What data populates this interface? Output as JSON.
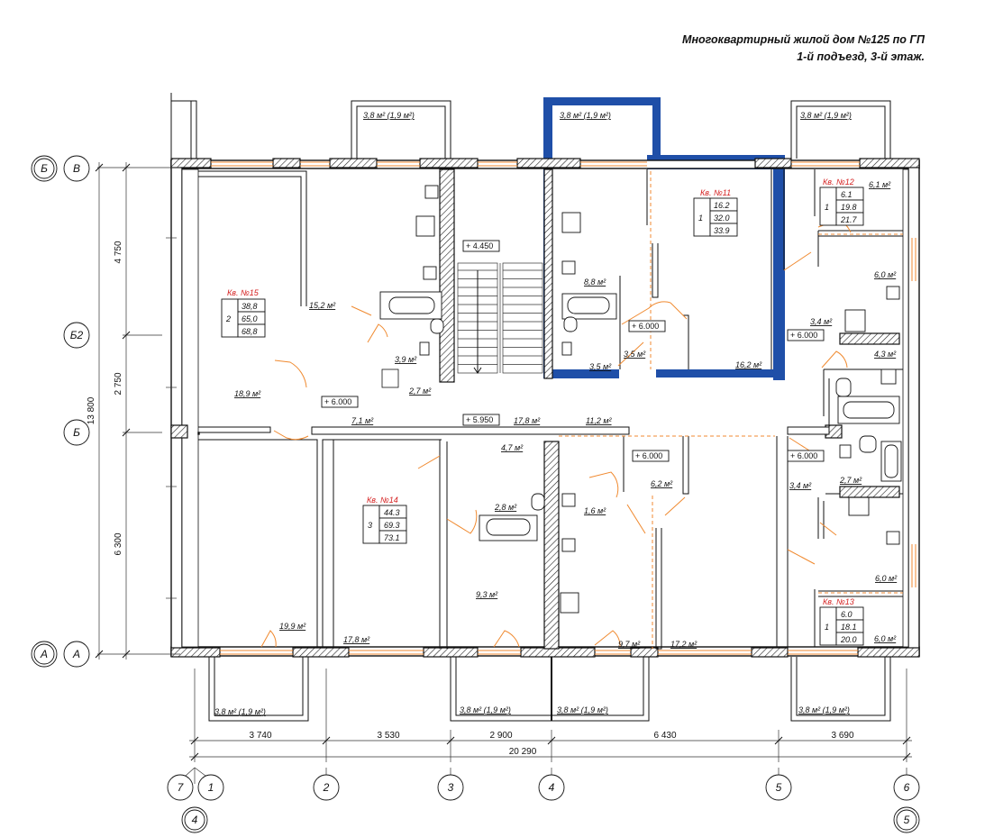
{
  "header": {
    "line1": "Многоквартирный жилой дом №125 по ГП",
    "line2": "1-й подъезд, 3-й этаж."
  },
  "balconies": {
    "top_left": "3,8 м² (1,9 м²)",
    "top_center": "3,8 м² (1,9 м²)",
    "top_right": "3,8 м² (1,9 м²)",
    "bottom_left": "3,8 м² (1,9 м²)",
    "bottom_center_left": "3,8 м² (1,9 м²)",
    "bottom_center_right": "3,8 м² (1,9 м²)",
    "bottom_right": "3,8 м² (1,9 м²)"
  },
  "apartments": {
    "apt15": {
      "name": "Кв. №15",
      "rooms": "2",
      "living": "38,8",
      "total": "65,0",
      "total_with_balcony": "68,8"
    },
    "apt11": {
      "name": "Кв. №11",
      "rooms": "1",
      "living": "16.2",
      "total": "32.0",
      "total_with_balcony": "33.9"
    },
    "apt12": {
      "name": "Кв. №12",
      "rooms": "1",
      "living": "6.1",
      "total": "19.8",
      "total_with_balcony": "21.7"
    },
    "apt14": {
      "name": "Кв. №14",
      "rooms": "3",
      "living": "44.3",
      "total": "69.3",
      "total_with_balcony": "73.1"
    },
    "apt13": {
      "name": "Кв. №13",
      "rooms": "1",
      "living": "6.0",
      "total": "18.1",
      "total_with_balcony": "20.0"
    }
  },
  "room_areas": {
    "a15_2": "15,2 м²",
    "a18_9": "18,9 м²",
    "a3_9": "3,9 м²",
    "a2_7": "2,7 м²",
    "a7_1": "7,1 м²",
    "a17_8c": "17,8 м²",
    "a11_2": "11,2 м²",
    "a4_7": "4,7 м²",
    "a8_8": "8,8 м²",
    "a3_5a": "3,5 м²",
    "a3_5b": "3,5 м²",
    "a16_2": "16,2 м²",
    "a6_1": "6,1 м²",
    "a6_0a": "6,0 м²",
    "a3_4a": "3,4 м²",
    "a4_3": "4,3 м²",
    "a2_7b": "2,7 м²",
    "a3_4b": "3,4 м²",
    "a6_0b": "6,0 м²",
    "a6_0c": "6,0 м²",
    "a2_8": "2,8 м²",
    "a1_6": "1,6 м²",
    "a6_2": "6,2 м²",
    "a9_3": "9,3 м²",
    "a19_9": "19,9 м²",
    "a17_8": "17,8 м²",
    "a9_7": "9,7 м²",
    "a17_2": "17,2 м²"
  },
  "levels": {
    "l1": "+ 4.450",
    "l2": "+ 5.950",
    "l3": "+ 6.000",
    "l4": "+ 6.000",
    "l5": "+ 6.000",
    "l6": "+ 6.000",
    "l7": "+ 6.000"
  },
  "dimensions": {
    "v_total": "13 800",
    "v1": "4 750",
    "v2": "2 750",
    "v3": "6 300",
    "h1": "3 740",
    "h2": "3 530",
    "h3": "2 900",
    "h4": "6 430",
    "h5": "3 690",
    "h_total": "20 290"
  },
  "axes": {
    "rows": {
      "b_left": "Б",
      "v": "В",
      "b2": "Б2",
      "b": "Б",
      "a_left": "А",
      "a": "А"
    },
    "cols": {
      "c7": "7",
      "c1": "1",
      "c2": "2",
      "c3": "3",
      "c4": "4",
      "c5": "5",
      "c6": "6",
      "c4b": "4",
      "c5b": "5"
    }
  },
  "colors": {
    "highlight": "#1f4fa8",
    "apartment_label": "#d42020",
    "door_swing": "#f08a30"
  }
}
